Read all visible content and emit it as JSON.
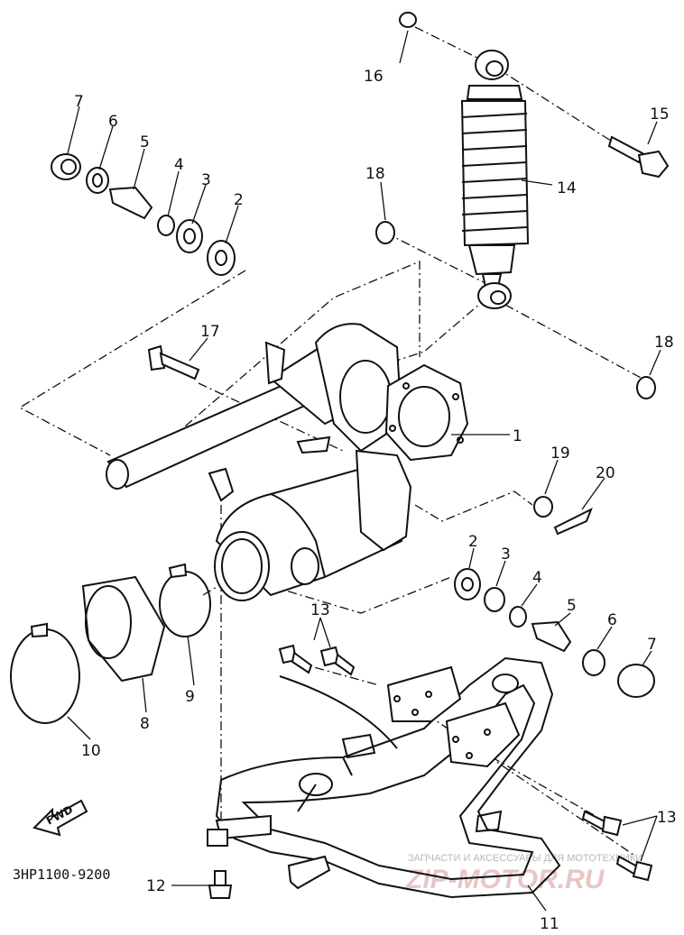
{
  "diagram": {
    "code": "3HP1100-9200",
    "fwd_label": "FWD",
    "watermark": {
      "line1": "ЗАПЧАСТИ И АКСЕССУАРЫ ДЛЯ МОТОТЕХНИКИ",
      "line2": "ZIP-MOTOR.RU"
    },
    "labels": {
      "p1": "1",
      "p2a": "2",
      "p2b": "2",
      "p3a": "3",
      "p3b": "3",
      "p4a": "4",
      "p4b": "4",
      "p5a": "5",
      "p5b": "5",
      "p6a": "6",
      "p6b": "6",
      "p7a": "7",
      "p7b": "7",
      "p8": "8",
      "p9": "9",
      "p10": "10",
      "p11": "11",
      "p12": "12",
      "p13a": "13",
      "p13b": "13",
      "p14": "14",
      "p15": "15",
      "p16": "16",
      "p17": "17",
      "p18a": "18",
      "p18b": "18",
      "p19": "19",
      "p20": "20"
    }
  }
}
